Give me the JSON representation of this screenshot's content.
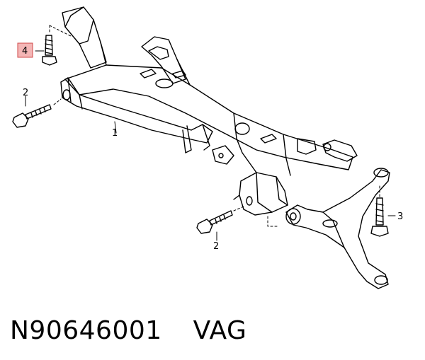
{
  "diagram": {
    "callouts": [
      {
        "id": "callout-1",
        "label": "1"
      },
      {
        "id": "callout-2-left",
        "label": "2"
      },
      {
        "id": "callout-2-bottom",
        "label": "2"
      },
      {
        "id": "callout-3",
        "label": "3"
      },
      {
        "id": "callout-4",
        "label": "4",
        "highlighted": true
      }
    ],
    "highlight_color": "#f4b6b6",
    "highlight_border": "#d04848"
  },
  "footer": {
    "part_number": "N90646001",
    "brand": "VAG"
  }
}
